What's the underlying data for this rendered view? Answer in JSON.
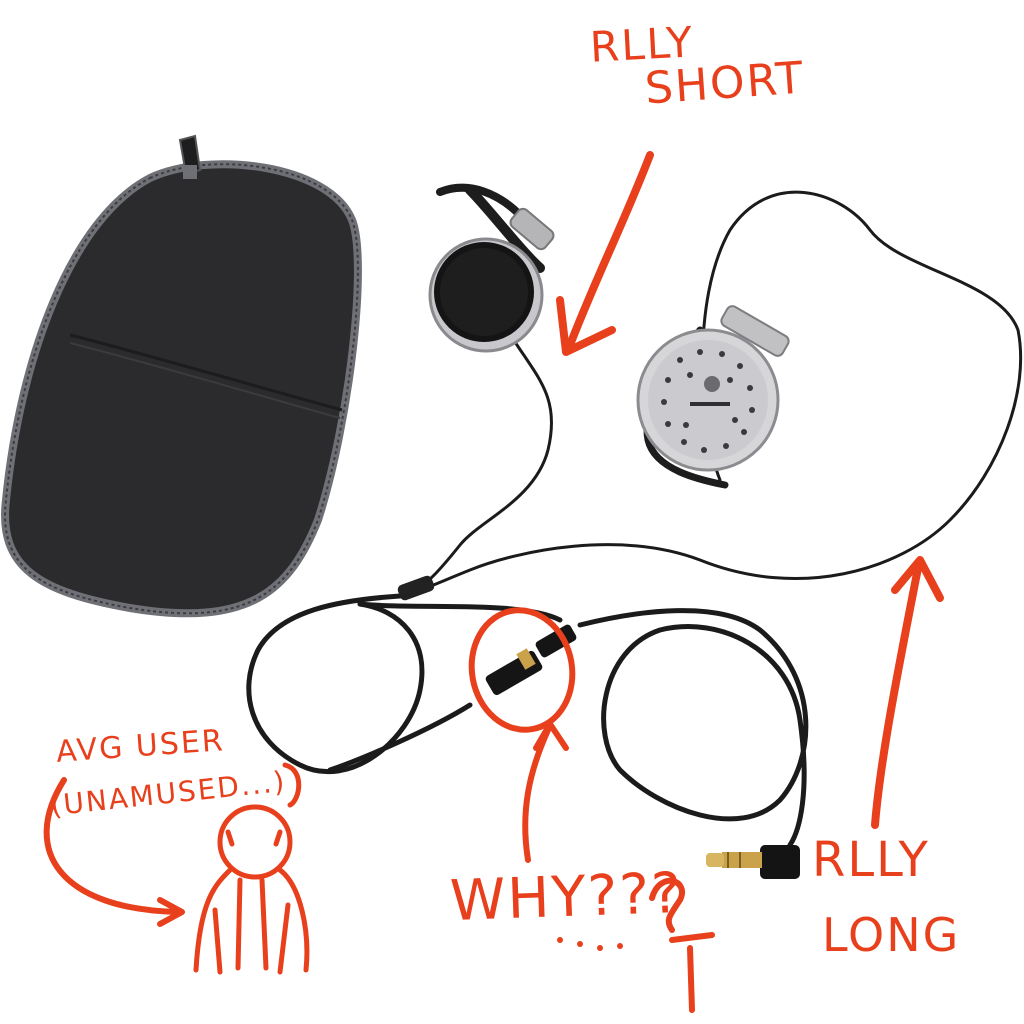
{
  "colors": {
    "ink": "#e8401c",
    "case_fabric": "#2b2b2d",
    "case_zipper": "#6e7076",
    "cable": "#1b1b1b",
    "earpiece_silver": "#c9c9c9",
    "plug_gold": "#c9a24a"
  },
  "annotations": {
    "short_line1": "RLLY",
    "short_line2": "SHORT",
    "long_line1": "RLLY",
    "long_line2": "LONG",
    "user_line1": "AVG USER",
    "user_line2": "(UNAMUSED...)",
    "why": "WHY???"
  },
  "icons": [
    "zipper-pouch-icon",
    "earphone-icon",
    "stereo-plug-icon",
    "person-sketch-icon",
    "arrow-icon"
  ]
}
